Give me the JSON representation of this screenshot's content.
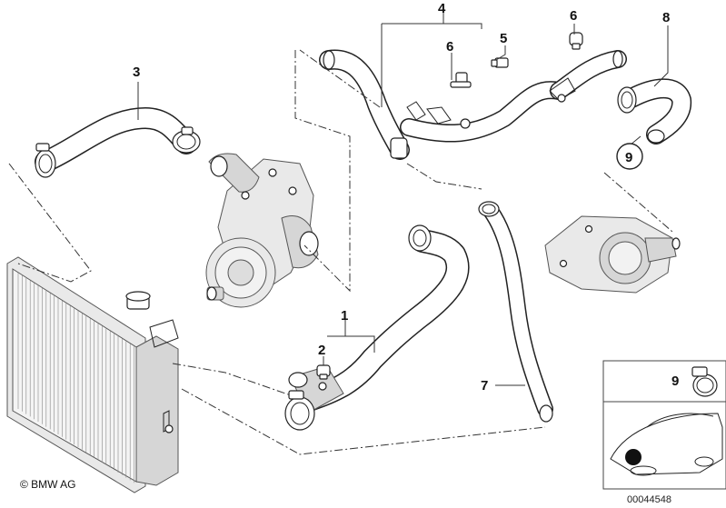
{
  "diagram": {
    "part_labels": [
      "1",
      "2",
      "3",
      "4",
      "5",
      "6",
      "6",
      "7",
      "8",
      "9",
      "9"
    ],
    "copyright": "© BMW AG",
    "document_number": "00044548"
  }
}
